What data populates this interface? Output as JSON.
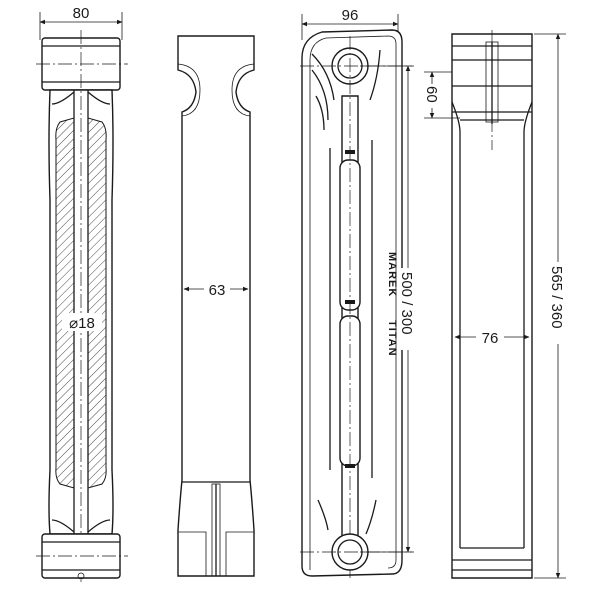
{
  "dimensions": {
    "width_side": "80",
    "diameter": "⌀18",
    "inner_width": "63",
    "width_front": "96",
    "height_axis": "500 / 300",
    "spacing": "60",
    "inner_width_back": "76",
    "height_total": "565 / 360"
  },
  "brand": {
    "name_1": "MAREK",
    "name_2": "TITAN"
  }
}
